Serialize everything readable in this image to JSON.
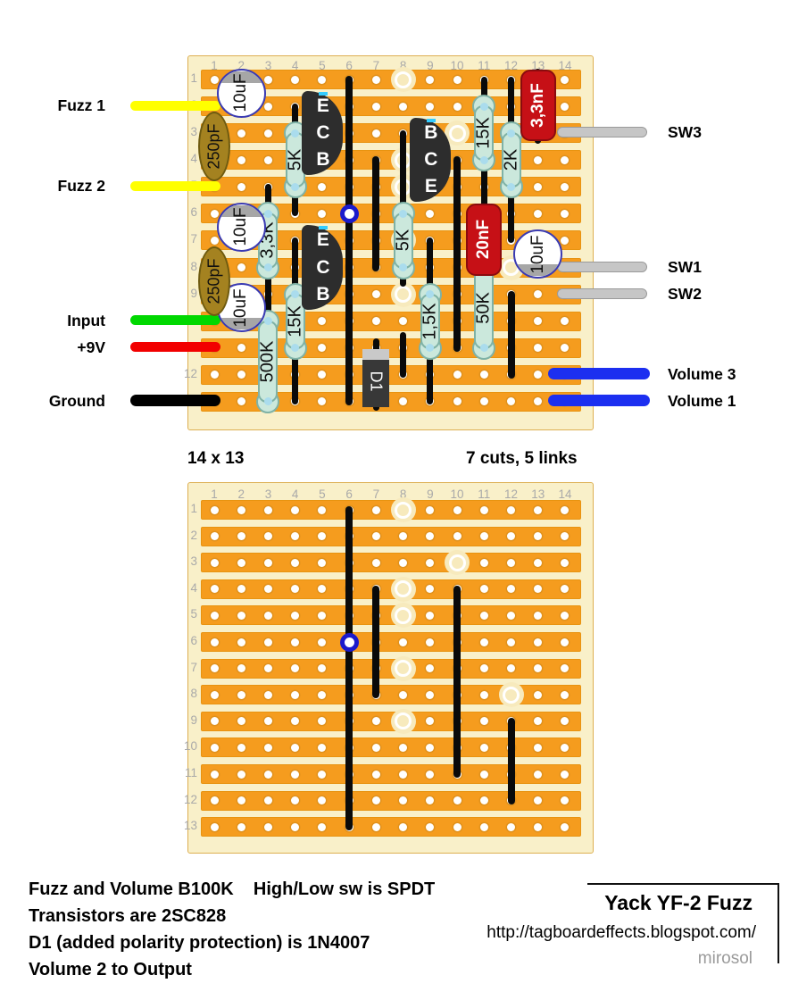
{
  "board": {
    "cols": 14,
    "rows": 13,
    "size_label": "14 x 13",
    "cuts_links_label": "7 cuts, 5 links"
  },
  "palette": {
    "strip": "#F59C1E",
    "board_bg": "#F9F0C9",
    "cut_halo": "#F7EABD",
    "link": "#0A0A0A",
    "junction_blue": "#1A1ACC",
    "resistor_fill": "#CBE8DC",
    "electro_border": "#3A3AB2",
    "film_fill": "#A48220",
    "box_cap_fill": "#C61016",
    "transistor_fill": "#2D2D2D",
    "numbers_gray": "#A9A9A9"
  },
  "cuts": [
    [
      8,
      1
    ],
    [
      10,
      3
    ],
    [
      8,
      4
    ],
    [
      8,
      5
    ],
    [
      8,
      7
    ],
    [
      12,
      8
    ],
    [
      8,
      9
    ]
  ],
  "links": [
    {
      "col": 6,
      "from": 1,
      "to": 6
    },
    {
      "col": 6,
      "from": 6,
      "to": 13
    },
    {
      "col": 7,
      "from": 4,
      "to": 8
    },
    {
      "col": 10,
      "from": 4,
      "to": 11
    },
    {
      "col": 12,
      "from": 9,
      "to": 12
    }
  ],
  "junction": {
    "col": 6,
    "row": 6
  },
  "components": {
    "resistors": [
      {
        "label": "5K",
        "col": 4,
        "from": 3,
        "to": 5,
        "lt": 2,
        "lb": 6
      },
      {
        "label": "15K",
        "col": 11,
        "from": 2,
        "to": 4,
        "lt": 1,
        "lb": 5.7
      },
      {
        "label": "2K",
        "col": 12,
        "from": 3,
        "to": 5,
        "lt": 1,
        "lb": 7
      },
      {
        "label": "3,3K",
        "col": 3,
        "from": 6,
        "to": 8,
        "lt": 5,
        "lb": 9
      },
      {
        "label": "5K",
        "col": 8,
        "from": 6,
        "to": 8,
        "lt": 3,
        "lb": 8.6
      },
      {
        "label": "15K",
        "col": 4,
        "from": 9,
        "to": 11,
        "lt": 7,
        "lb": 13
      },
      {
        "label": "1,5K",
        "col": 9,
        "from": 9,
        "to": 11,
        "lt": 7,
        "lb": 13
      },
      {
        "label": "50K",
        "col": 11,
        "from": 8,
        "to": 11,
        "lt": 7.3,
        "lb": 11.3
      },
      {
        "label": "500K",
        "col": 3,
        "from": 10,
        "to": 13,
        "lt": 9,
        "lb": 13.2
      }
    ],
    "electrolytics": [
      {
        "label": "10uF",
        "col": 2,
        "from": 1,
        "to": 2,
        "band": "top"
      },
      {
        "label": "10uF",
        "col": 2,
        "from": 6,
        "to": 7,
        "band": "top"
      },
      {
        "label": "10uF",
        "col": 2,
        "from": 9,
        "to": 10,
        "band": "bottom"
      },
      {
        "label": "10uF",
        "col": 13,
        "from": 7,
        "to": 8,
        "band": "bottom"
      }
    ],
    "film_caps": [
      {
        "label": "250pF",
        "col": 1,
        "from": 3,
        "to": 4
      },
      {
        "label": "250pF",
        "col": 1,
        "from": 8,
        "to": 9
      }
    ],
    "box_caps": [
      {
        "label": "3,3nF",
        "col": 13,
        "from": 1,
        "to": 3
      },
      {
        "label": "20nF",
        "col": 11,
        "from": 6,
        "to": 8
      }
    ],
    "transistors": [
      {
        "col": 5,
        "from": 2,
        "pins": [
          "E",
          "C",
          "B"
        ]
      },
      {
        "col": 9,
        "from": 3,
        "pins": [
          "B",
          "C",
          "E"
        ]
      },
      {
        "col": 5,
        "from": 7,
        "pins": [
          "E",
          "C",
          "B"
        ]
      }
    ],
    "diodes": [
      {
        "label": "D1",
        "col": 7,
        "from": 11,
        "to": 13
      }
    ],
    "extra_leads": [
      {
        "col": 8,
        "from": 10.5,
        "to": 12
      }
    ]
  },
  "wires_left": [
    {
      "label": "Fuzz 1",
      "row": 2,
      "color": "#FFFF00"
    },
    {
      "label": "Fuzz 2",
      "row": 5,
      "color": "#FFFF00"
    },
    {
      "label": "Input",
      "row": 10,
      "color": "#00D800"
    },
    {
      "label": "+9V",
      "row": 11,
      "color": "#F20000"
    },
    {
      "label": "Ground",
      "row": 13,
      "color": "#000000"
    }
  ],
  "wires_right": [
    {
      "label": "SW3",
      "row": 3,
      "color": "#C6C6C6",
      "kind": "gray"
    },
    {
      "label": "SW1",
      "row": 8,
      "color": "#C6C6C6",
      "kind": "gray"
    },
    {
      "label": "SW2",
      "row": 9,
      "color": "#C6C6C6",
      "kind": "gray"
    },
    {
      "label": "Volume 3",
      "row": 12,
      "color": "#1C2FF0",
      "kind": "blue"
    },
    {
      "label": "Volume 1",
      "row": 13,
      "color": "#1C2FF0",
      "kind": "blue"
    }
  ],
  "footer": {
    "notes": [
      "Fuzz and Volume B100K    High/Low sw is SPDT",
      "Transistors are 2SC828",
      "D1 (added polarity protection) is 1N4007",
      "Volume 2 to Output"
    ],
    "title": "Yack YF-2 Fuzz",
    "url": "http://tagboardeffects.blogspot.com/",
    "credit": "mirosol"
  }
}
